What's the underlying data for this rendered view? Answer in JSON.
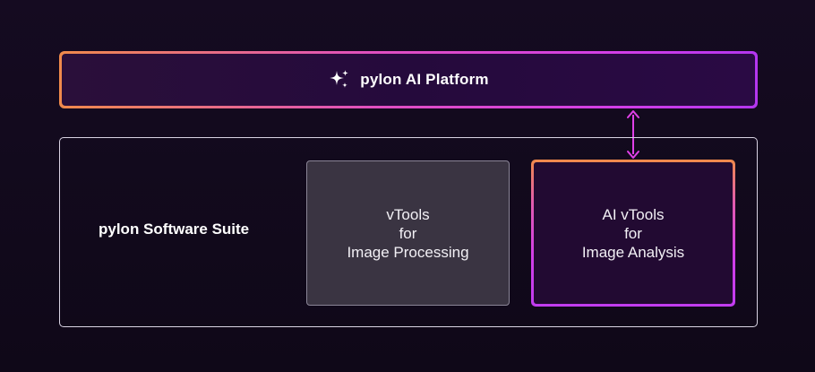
{
  "platform": {
    "title": "pylon AI Platform",
    "icon": "sparkle-icon"
  },
  "suite": {
    "label": "pylon Software Suite"
  },
  "vtools": {
    "lines": [
      "vTools",
      "for",
      "Image Processing"
    ]
  },
  "ai_vtools": {
    "lines": [
      "AI vTools",
      "for",
      "Image Analysis"
    ]
  },
  "colors": {
    "background": "#120a1c",
    "accent_magenta": "#d23ee8",
    "accent_orange": "#f08a4b",
    "connector": "#e040e8"
  }
}
